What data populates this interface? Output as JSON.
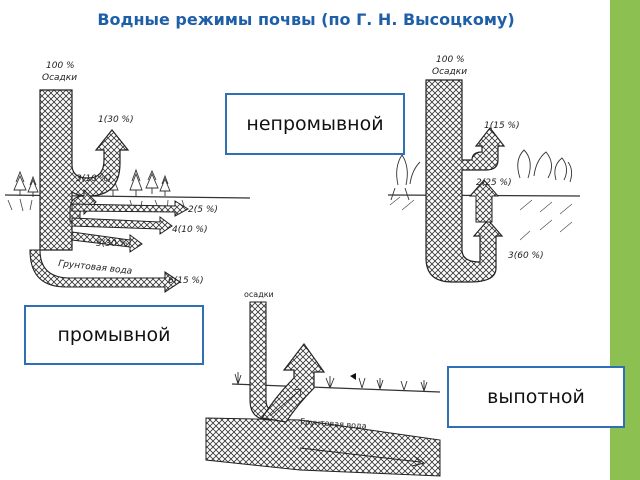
{
  "title": "Водные режимы почвы (по Г. Н. Высоцкому)",
  "labels": {
    "nepromyvnoy": "непромывной",
    "promyvnoy": "промывной",
    "vypotnoy": "выпотной"
  },
  "diagram_promyvnoy": {
    "top_percent": "100 %",
    "top_label": "Осадки",
    "flow_1": "1(30 %)",
    "flow_3": "3(10 %)",
    "flow_2": "2(5 %)",
    "flow_4": "4(10 %)",
    "flow_5": "5(30 %)",
    "groundwater": "Грунтовая вода",
    "flow_6": "6(15 %)"
  },
  "diagram_nepromyvnoy": {
    "top_percent": "100 %",
    "top_label": "Осадки",
    "flow_1": "1(15 %)",
    "flow_2": "2(25 %)",
    "flow_3": "3(60 %)"
  },
  "diagram_vypotnoy": {
    "top_label": "осадки",
    "groundwater": "Грунтовая вода"
  },
  "colors": {
    "title": "#1f5fa8",
    "box_border": "#2f6fb3",
    "right_bar": "#8cc152"
  }
}
